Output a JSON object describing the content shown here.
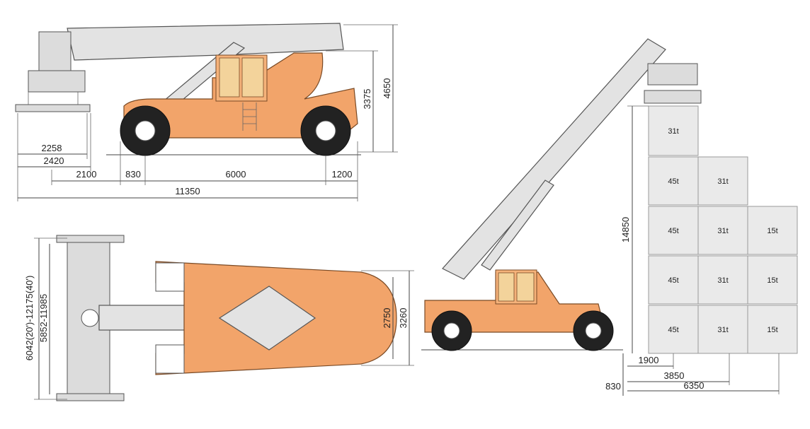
{
  "side_view": {
    "dim_width_inner": "2258",
    "dim_width_outer": "2420",
    "dim_front_overhang": "2100",
    "dim_axle_front": "830",
    "dim_wheelbase": "6000",
    "dim_rear_overhang": "1200",
    "dim_total_length": "11350",
    "dim_cab_height": "3375",
    "dim_total_height": "4650"
  },
  "top_view": {
    "dim_spreader_range": "6042(20')-12175(40')",
    "dim_spreader_inner": "5852-11985",
    "dim_track": "2750",
    "dim_overall_width": "3260"
  },
  "stacking_view": {
    "dim_lift_height": "14850",
    "dim_reach_row1": "1900",
    "dim_reach_row2": "3850",
    "dim_reach_row3": "6350",
    "dim_ground_clearance": "830",
    "columns": [
      [
        "31t",
        "45t",
        "45t",
        "45t",
        "45t"
      ],
      [
        "31t",
        "31t",
        "31t",
        "31t"
      ],
      [
        "15t",
        "15t",
        "15t"
      ]
    ]
  },
  "colors": {
    "body": "#f2a46a",
    "boom": "#e3e3e3",
    "tire": "#222222"
  }
}
